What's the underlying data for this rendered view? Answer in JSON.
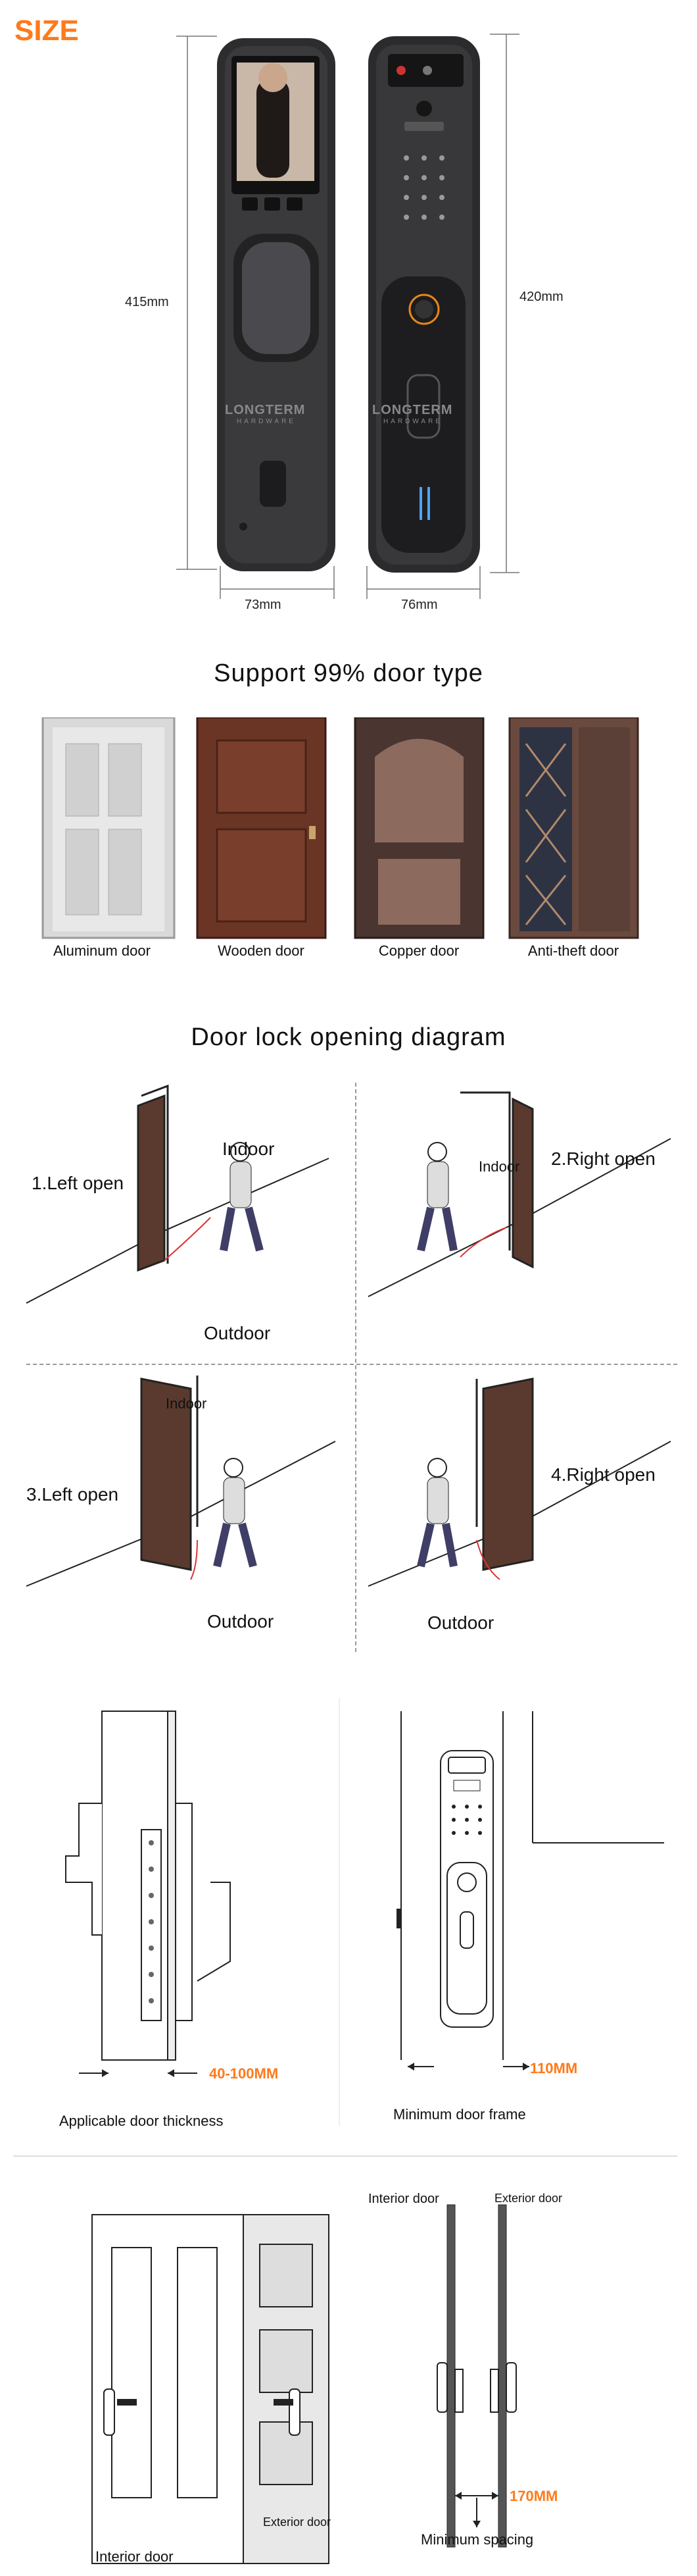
{
  "size_section": {
    "title": "SIZE",
    "height_left": "415mm",
    "height_right": "420mm",
    "width_left": "73mm",
    "width_right": "76mm",
    "brand": "LONGTERM",
    "brand_sub": "HARDWARE"
  },
  "door_types": {
    "title": "Support 99% door type",
    "doors": [
      {
        "label": "Aluminum door"
      },
      {
        "label": "Wooden door"
      },
      {
        "label": "Copper door"
      },
      {
        "label": "Anti-theft door"
      }
    ]
  },
  "opening": {
    "title": "Door lock opening diagram",
    "q1": {
      "label": "1.Left open",
      "indoor": "Indoor",
      "outdoor": "Outdoor"
    },
    "q2": {
      "label": "2.Right open",
      "indoor": "Indoor"
    },
    "q3": {
      "label": "3.Left open",
      "indoor": "Indoor",
      "outdoor": "Outdoor"
    },
    "q4": {
      "label": "4.Right open",
      "outdoor": "Outdoor"
    }
  },
  "thickness": {
    "range": "40-100MM",
    "caption": "Applicable door thickness",
    "frame": "110MM",
    "frame_caption": "Minimum door frame"
  },
  "spacing": {
    "interior_top": "Interior door",
    "exterior_top": "Exterior door",
    "exterior_mid": "Exterior door",
    "interior_bottom": "Interior door",
    "value": "170MM",
    "caption": "Minimum spacing"
  },
  "colors": {
    "accent": "#ff7a1a",
    "lock_body": "#2b2b2d",
    "wood": "#5a3a2e"
  }
}
